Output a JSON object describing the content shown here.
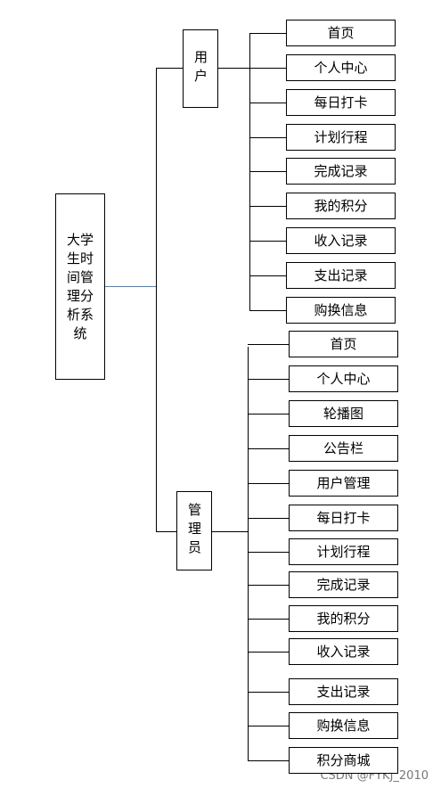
{
  "root": {
    "label": "大学生时间管理分析系统"
  },
  "user": {
    "label": "用户",
    "items": [
      "首页",
      "个人中心",
      "每日打卡",
      "计划行程",
      "完成记录",
      "我的积分",
      "收入记录",
      "支出记录",
      "购换信息"
    ]
  },
  "admin": {
    "label": "管理员",
    "items": [
      "首页",
      "个人中心",
      "轮播图",
      "公告栏",
      "用户管理",
      "每日打卡",
      "计划行程",
      "完成记录",
      "我的积分",
      "收入记录",
      "支出记录",
      "购换信息",
      "积分商城"
    ]
  },
  "watermark": "CSDN @FYKJ_2010",
  "colors": {
    "root_connector": "#5b7fa6",
    "line": "#000000"
  }
}
